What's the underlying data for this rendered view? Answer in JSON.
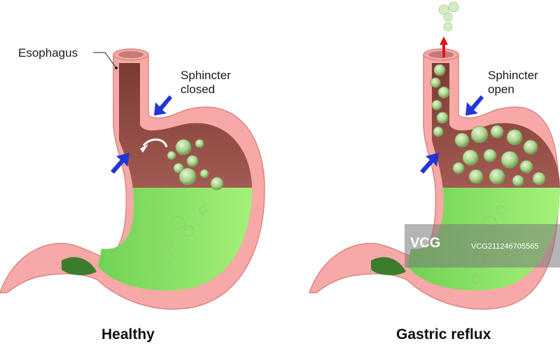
{
  "labels": {
    "esophagus": "Esophagus",
    "sphincter_closed_1": "Sphincter",
    "sphincter_closed_2": "closed",
    "sphincter_open_1": "Sphincter",
    "sphincter_open_2": "open"
  },
  "captions": {
    "healthy": "Healthy",
    "reflux": "Gastric reflux"
  },
  "watermark": {
    "logo": "VCG",
    "text": "VCG211246705565"
  },
  "colors": {
    "wall": "#f7a9a7",
    "wall_edge": "#d98784",
    "fluid": "#8be86a",
    "gas": "#8e4a44",
    "arrow_blue": "#2336d3",
    "arrow_red": "#e1141c"
  }
}
